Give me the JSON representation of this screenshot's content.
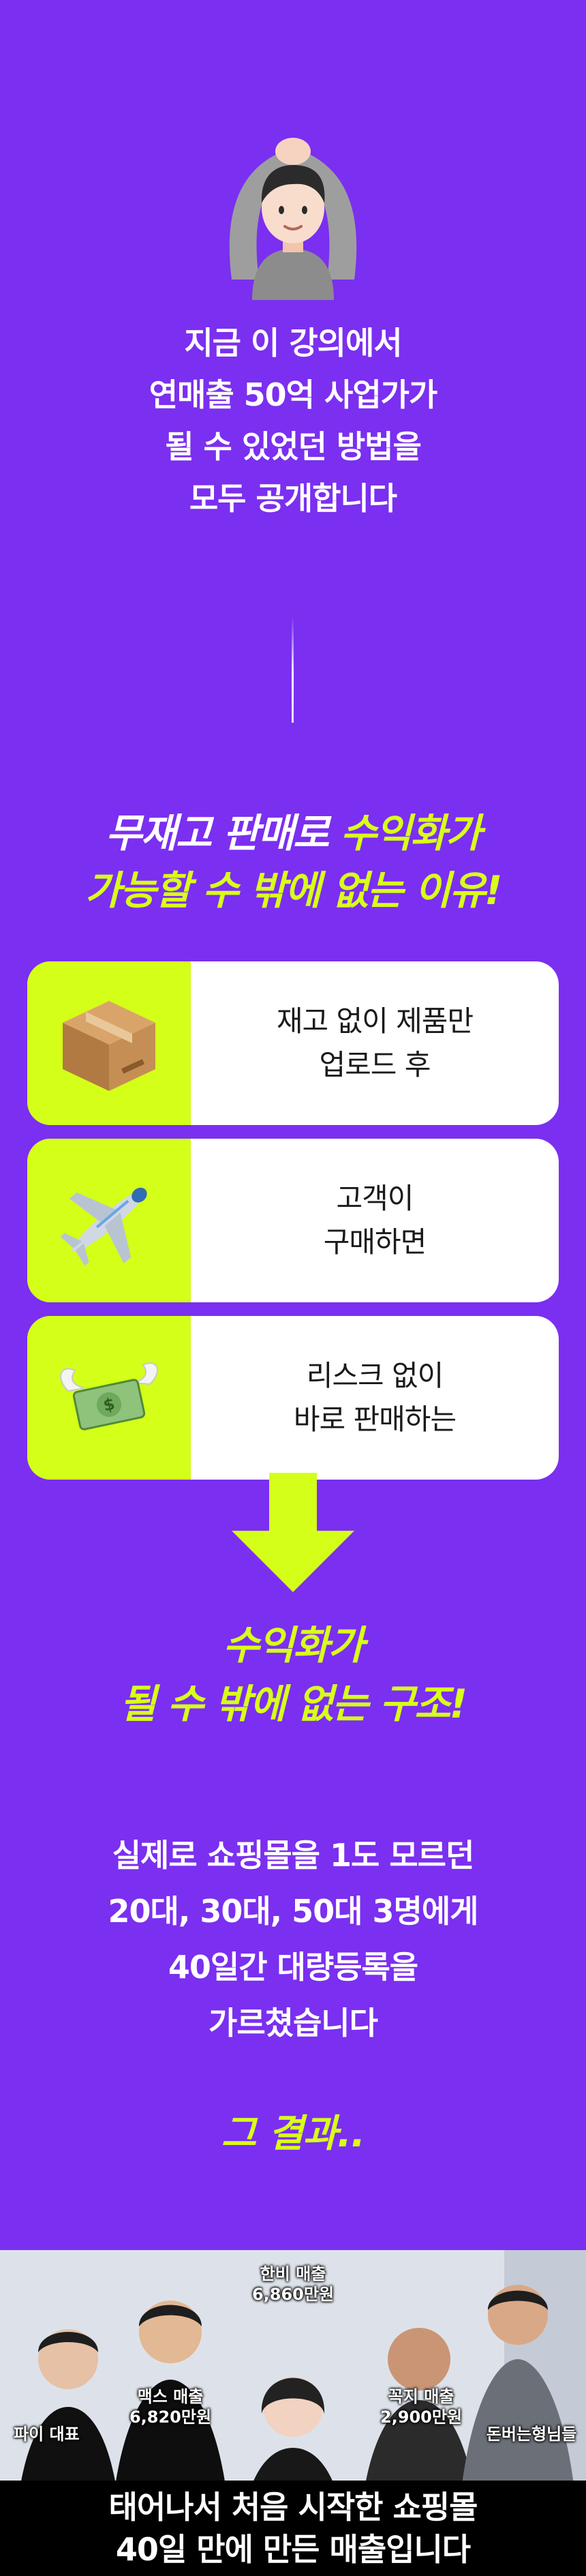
{
  "intro": {
    "lines": [
      "지금 이 강의에서",
      "연매출 50억 사업가가",
      "될 수 있었던 방법을",
      "모두 공개합니다"
    ]
  },
  "headline": {
    "line1_white": "무재고 판매로 ",
    "line1_lime": "수익화가",
    "line2": "가능할 수 밖에 없는 이유!"
  },
  "steps": [
    {
      "icon": "package-icon",
      "line1": "재고 없이 제품만",
      "line2": "업로드 후"
    },
    {
      "icon": "airplane-icon",
      "line1": "고객이",
      "line2": "구매하면"
    },
    {
      "icon": "money-with-wings-icon",
      "line1": "리스크 없이",
      "line2": "바로 판매하는"
    }
  ],
  "result_heading": {
    "line1": "수익화가",
    "line2": "될 수 밖에 없는 구조!"
  },
  "story": {
    "lines": [
      "실제로 쇼핑몰을 1도 모르던",
      "20대, 30대, 50대 3명에게",
      "40일간 대량등록을",
      "가르쳤습니다"
    ]
  },
  "conclusion": "그 결과..",
  "photo": {
    "tags": {
      "pai": "파이 대표",
      "max_name": "맥스 매출",
      "max_sales": "6,820만원",
      "hanbi_name": "한비 매출",
      "hanbi_sales": "6,860만원",
      "kkoji_name": "꼭지 매출",
      "kkoji_sales": "2,900만원",
      "donbeo": "돈버는형님들"
    },
    "caption_line1": "태어나서 처음 시작한 쇼핑몰",
    "caption_line2": "40일 만에 만든 매출입니다"
  },
  "colors": {
    "background": "#7b2ff0",
    "accent_lime": "#d8ff1a",
    "card": "#ffffff"
  }
}
